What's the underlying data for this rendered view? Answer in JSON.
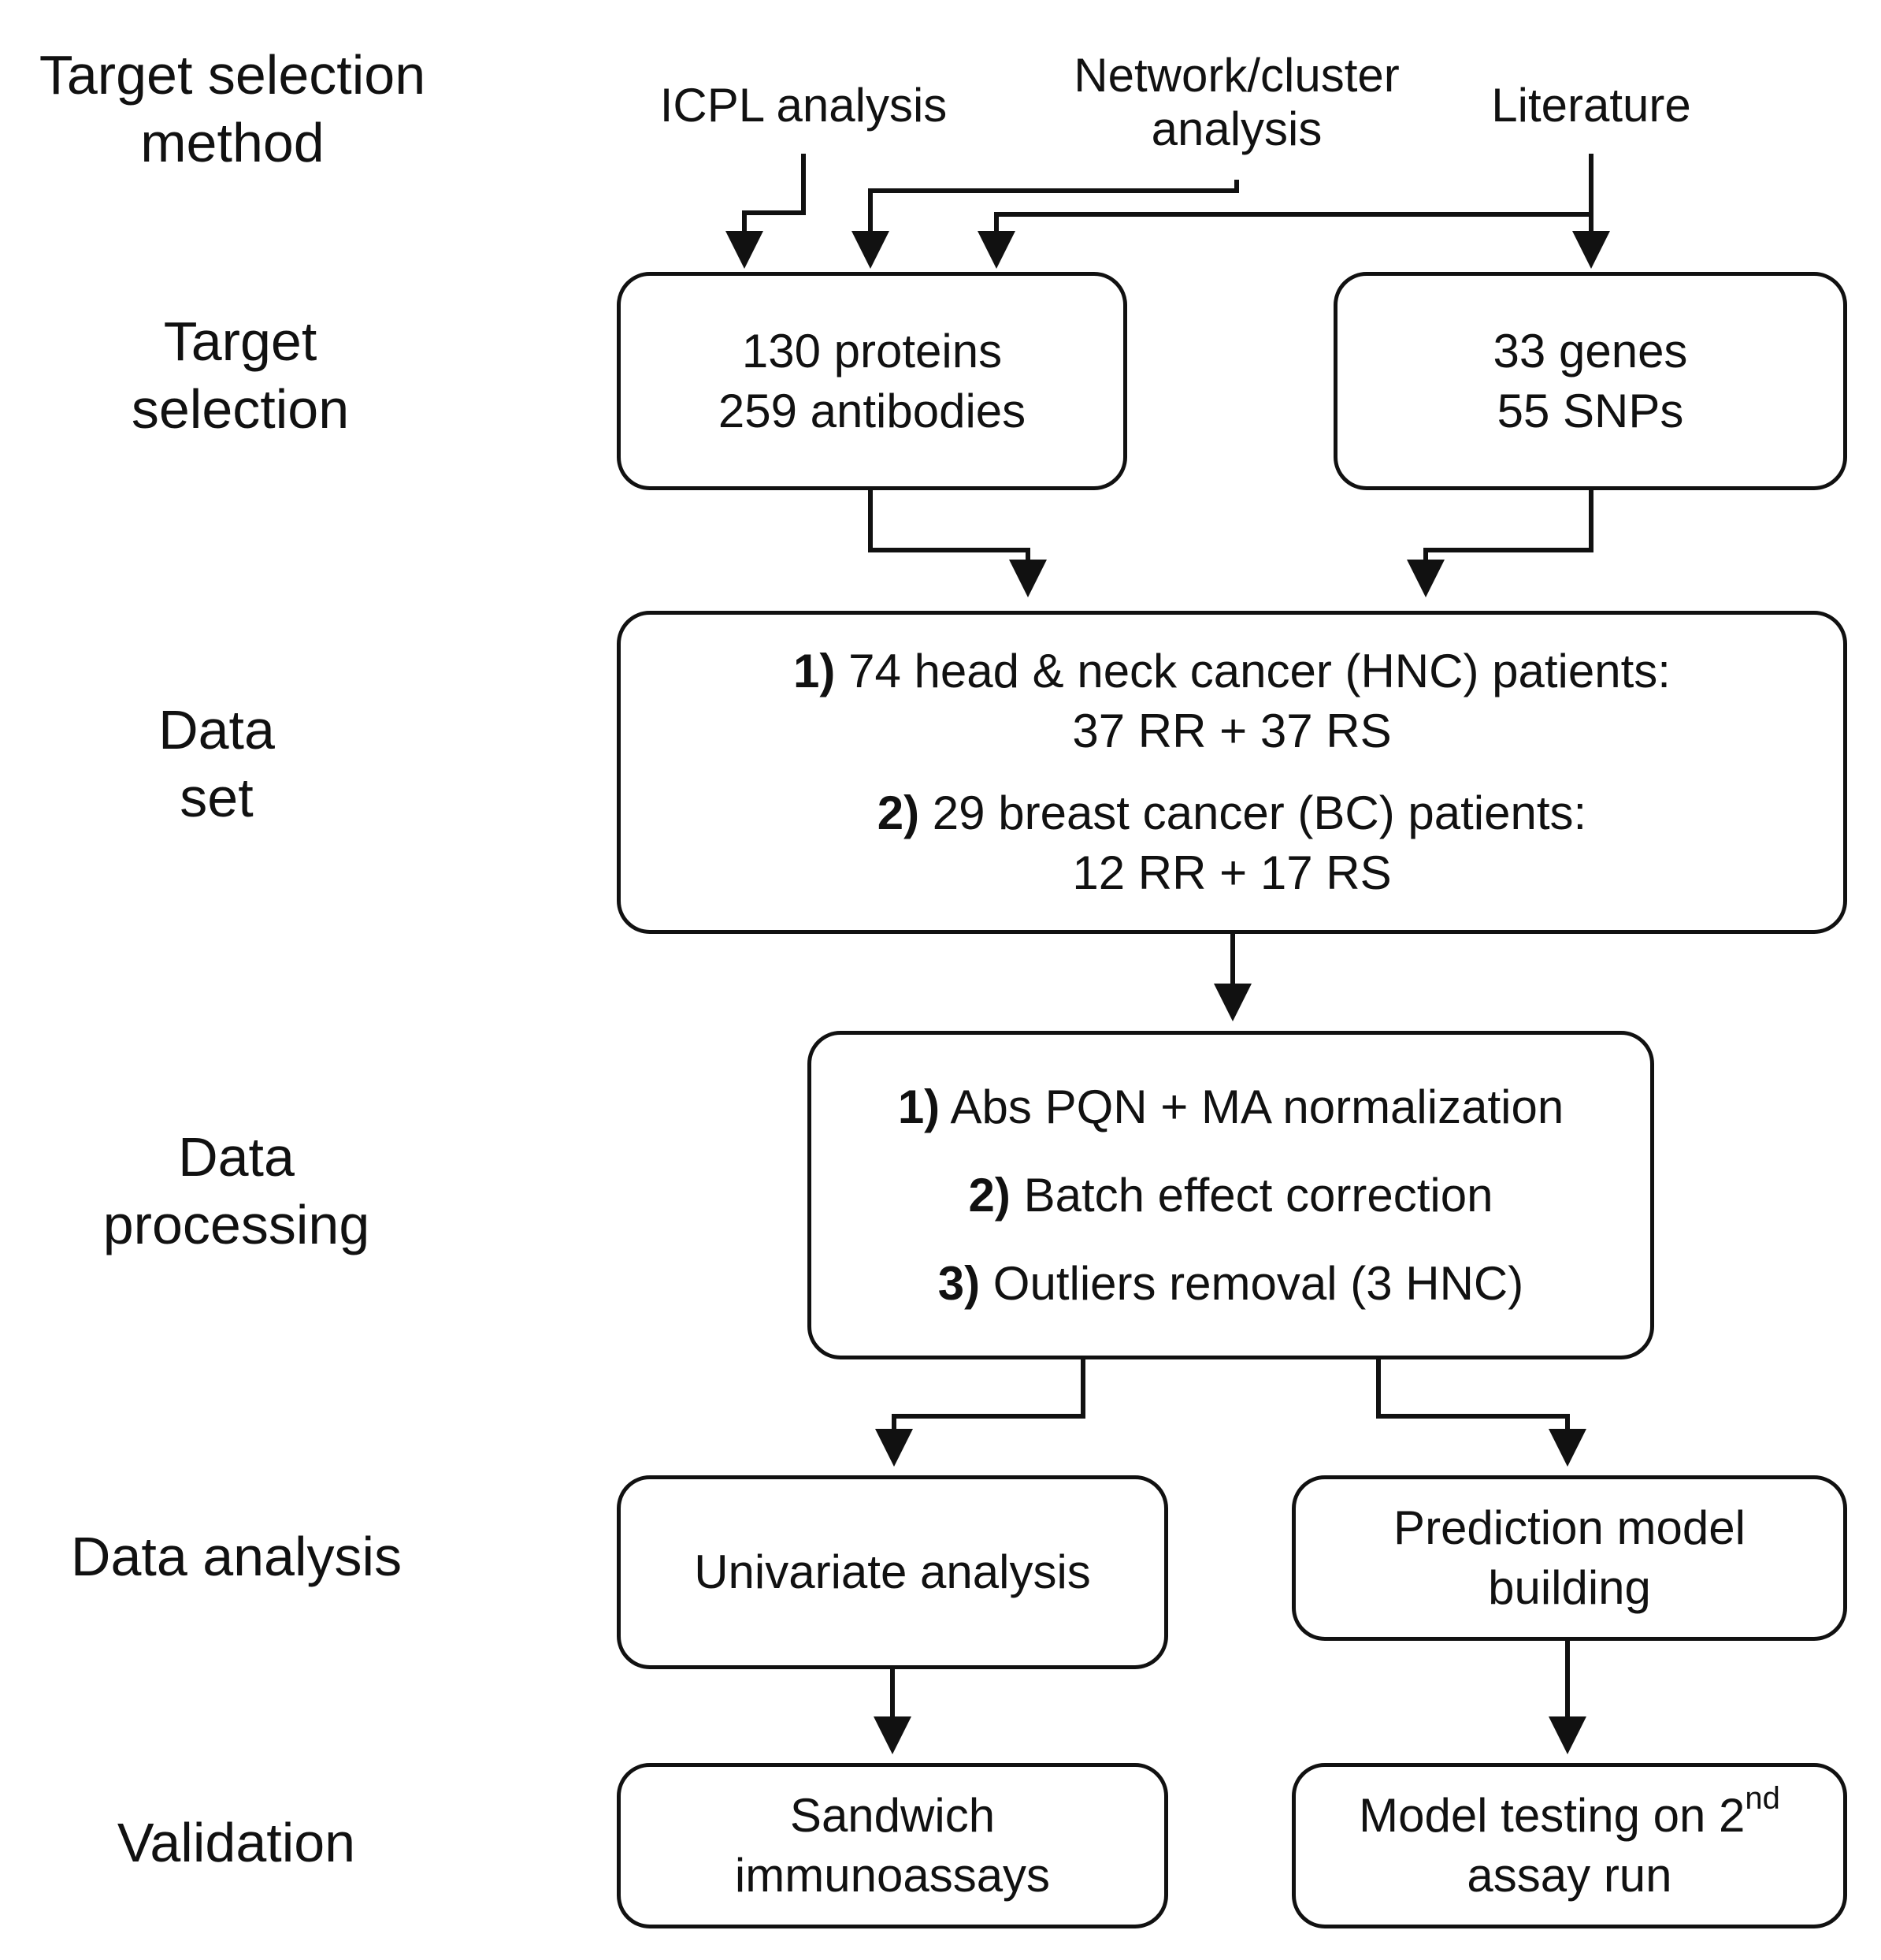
{
  "stages": {
    "method": [
      "Target selection",
      "method"
    ],
    "selection": [
      "Target",
      "selection"
    ],
    "dataset": [
      "Data",
      "set"
    ],
    "processing": [
      "Data",
      "processing"
    ],
    "analysis": "Data analysis",
    "validation": "Validation"
  },
  "sources": {
    "icpl": "ICPL analysis",
    "network": [
      "Network/cluster",
      "analysis"
    ],
    "literature": "Literature"
  },
  "targets": {
    "proteins": [
      "130 proteins",
      "259 antibodies"
    ],
    "genes": [
      "33 genes",
      "55 SNPs"
    ]
  },
  "dataset": {
    "item1": {
      "num": "1)",
      "line1": " 74 head & neck cancer (HNC) patients:",
      "line2": "37 RR + 37 RS"
    },
    "item2": {
      "num": "2)",
      "line1": " 29 breast cancer (BC) patients:",
      "line2": "12 RR + 17 RS"
    }
  },
  "processing": [
    {
      "num": "1)",
      "text": " Abs PQN + MA normalization"
    },
    {
      "num": "2)",
      "text": " Batch effect correction"
    },
    {
      "num": "3)",
      "text": " Outliers removal (3 HNC)"
    }
  ],
  "analysis": {
    "univariate": "Univariate analysis",
    "prediction": [
      "Prediction model",
      "building"
    ]
  },
  "validation": {
    "sandwich": [
      "Sandwich",
      "immunoassays"
    ],
    "model_testing": {
      "line1": "Model testing on 2",
      "sup": "nd",
      "line2": "assay run"
    }
  }
}
